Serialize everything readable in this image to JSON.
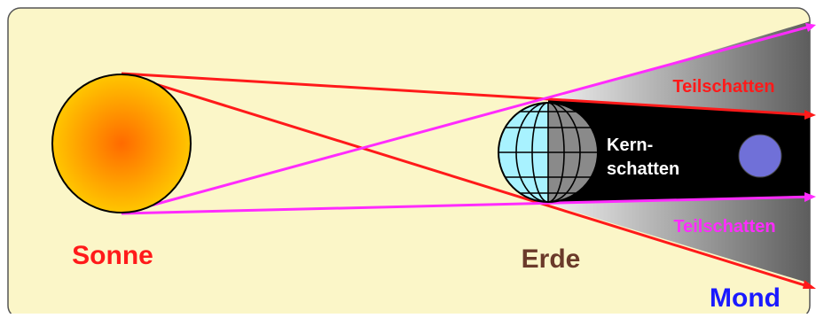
{
  "colors": {
    "panel_fill": "#fbf6c8",
    "panel_border": "#555555",
    "ray_red": "#ff1a1a",
    "ray_magenta": "#ff2bff",
    "umbra": "#000000",
    "penumbra_dark": "#5a5a5a",
    "penumbra_light": "#f0f0f0",
    "sun_core": "#ff6a00",
    "sun_edge": "#ffc600",
    "earth_day": "#a8f2ff",
    "earth_night": "#8a8a8a",
    "moon": "#7070d8",
    "sonne_label": "#ff1a1a",
    "erde_label": "#6b3a2a",
    "mond_label": "#1a1aff",
    "kernschatten_label": "#ffffff"
  },
  "labels": {
    "sonne": "Sonne",
    "erde": "Erde",
    "mond": "Mond",
    "teilschatten_top": "Teilschatten",
    "teilschatten_bottom": "Teilschatten",
    "kernschatten_line1": "Kern-",
    "kernschatten_line2": "schatten"
  }
}
